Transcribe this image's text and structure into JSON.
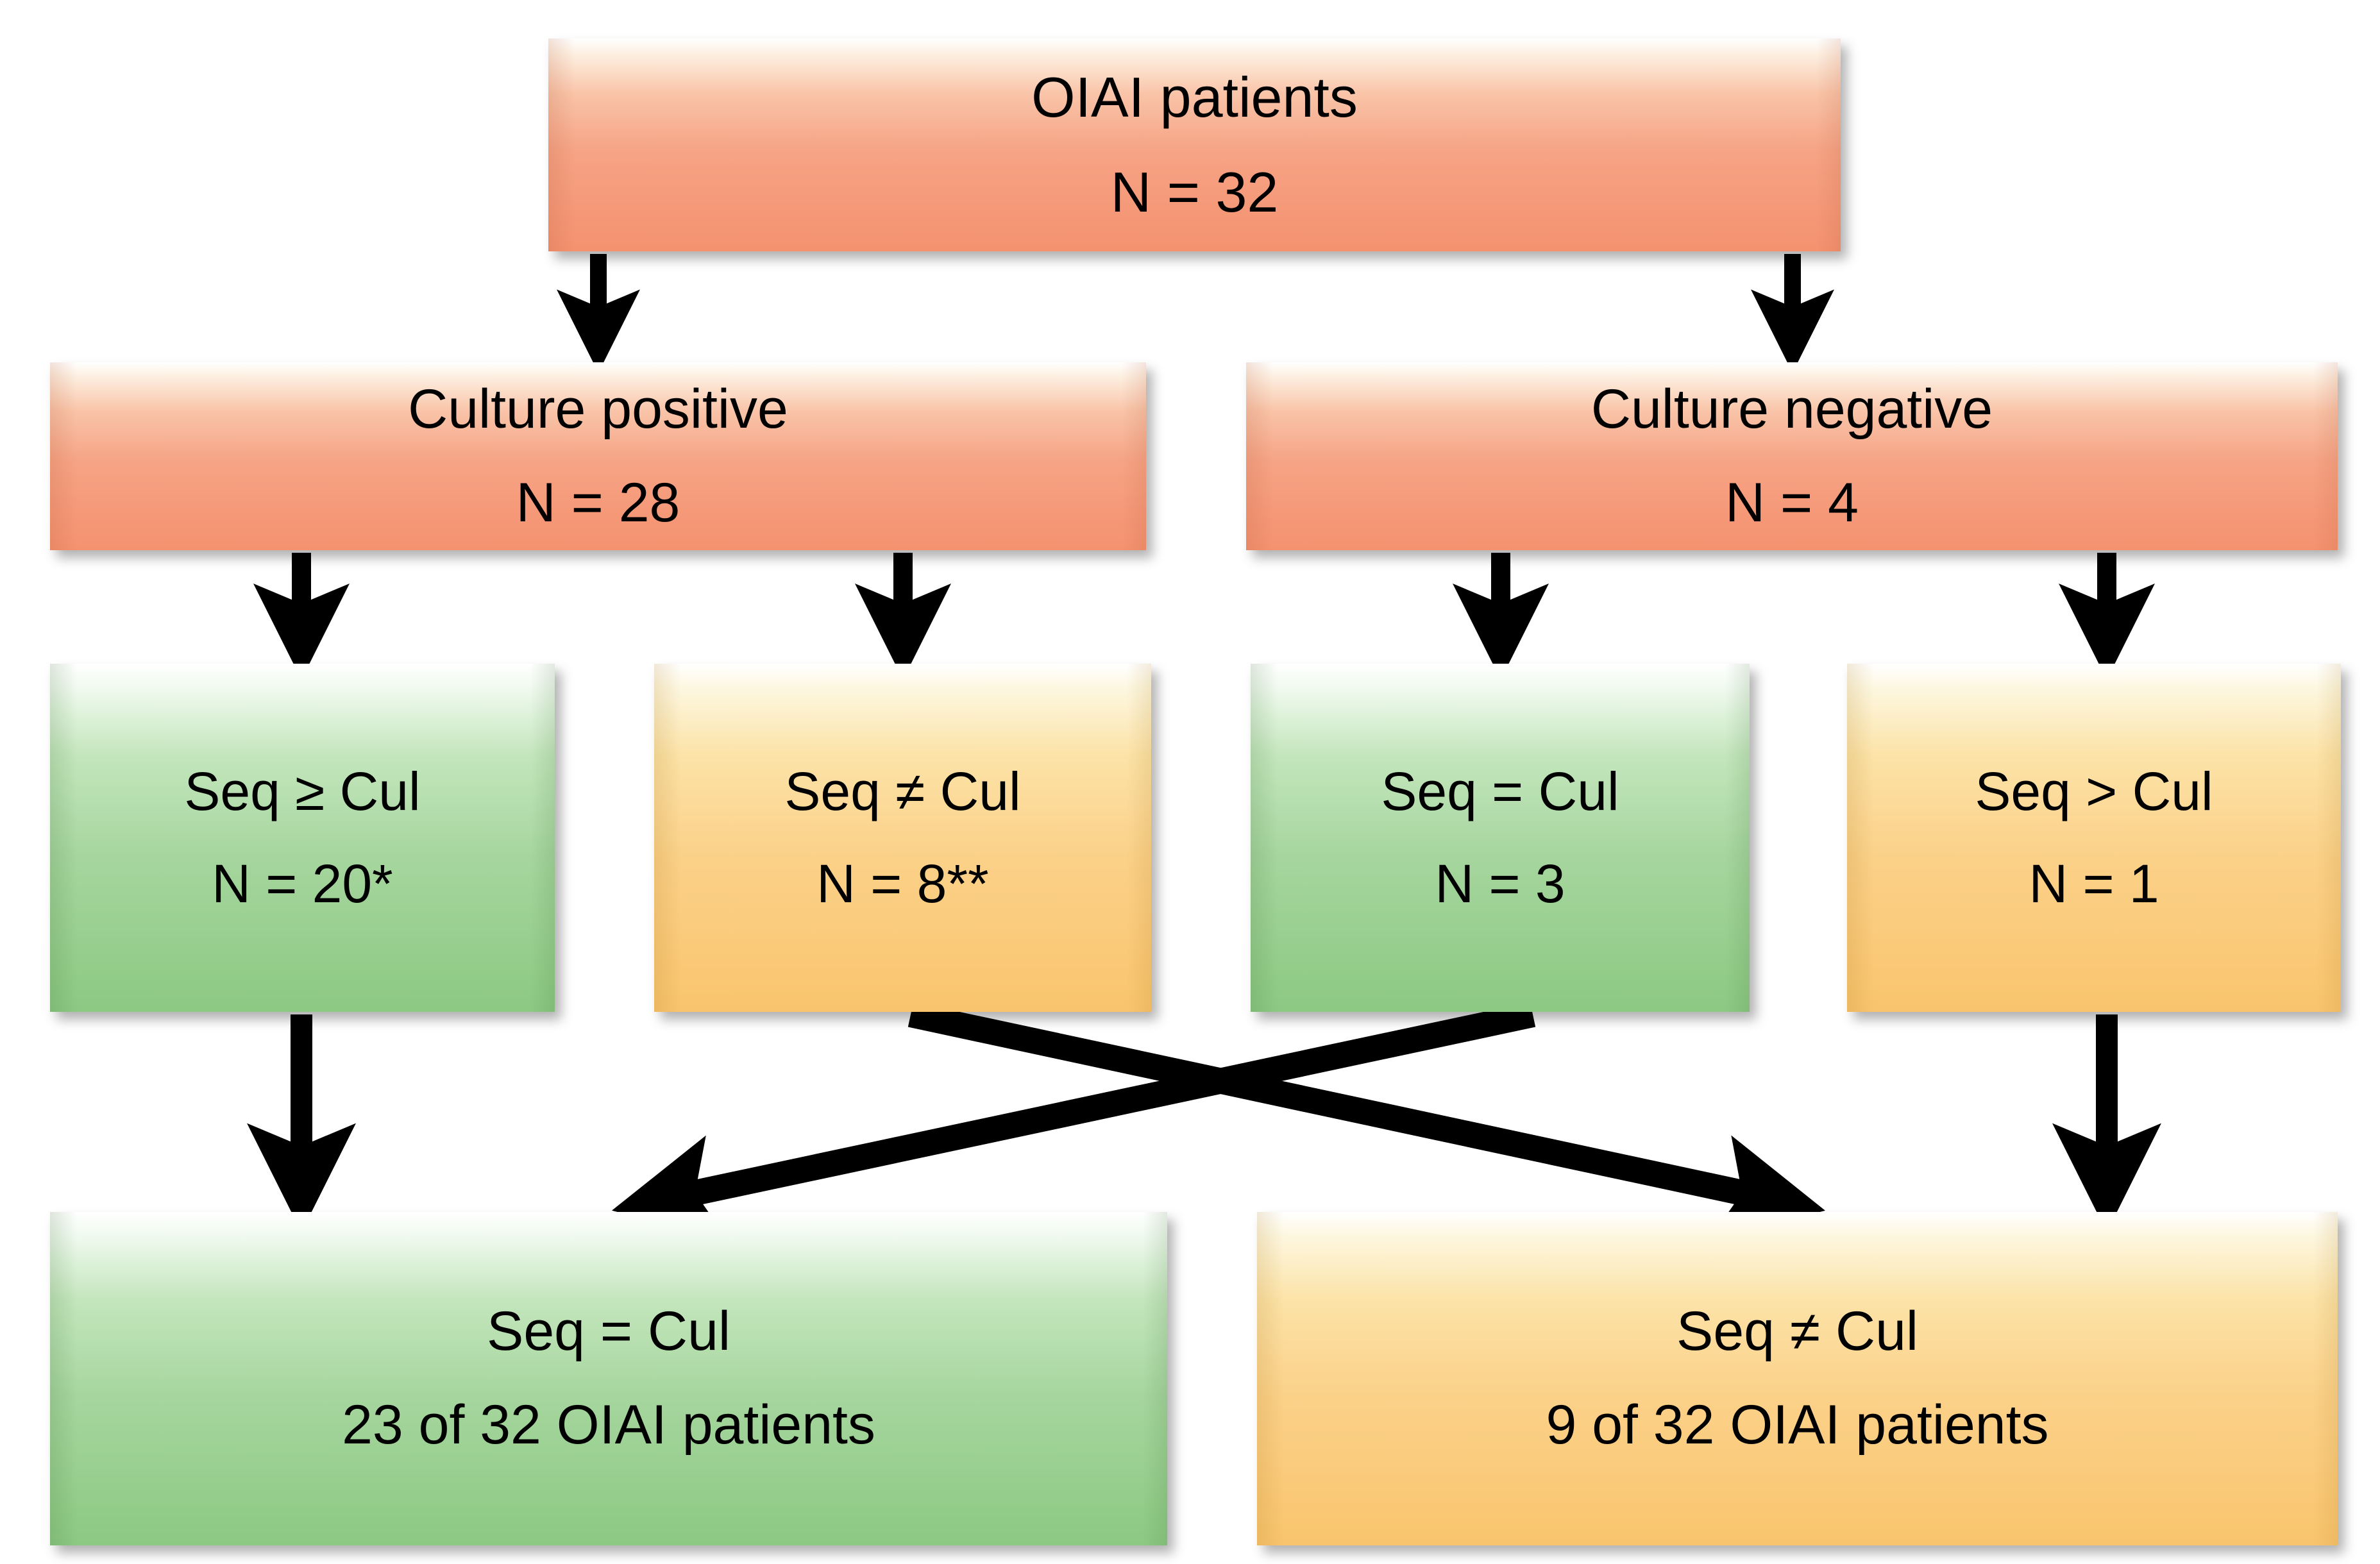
{
  "diagram": {
    "title": "OIAI patient sequencing vs culture comparison flowchart",
    "colors": {
      "salmon": "#F6A486",
      "green": "#A6D69E",
      "yellow": "#FBD189",
      "arrow": "#000000",
      "background": "#FFFFFF"
    },
    "nodes": [
      {
        "id": "root",
        "label": "OIAI patients",
        "count": "N = 32",
        "color": "salmon"
      },
      {
        "id": "culture-positive",
        "label": "Culture positive",
        "count": "N = 28",
        "color": "salmon"
      },
      {
        "id": "culture-negative",
        "label": "Culture negative",
        "count": "N = 4",
        "color": "salmon"
      },
      {
        "id": "seq-ge-cul",
        "label": "Seq ≥ Cul",
        "count": "N = 20*",
        "color": "green"
      },
      {
        "id": "seq-ne-cul-8",
        "label": "Seq ≠ Cul",
        "count": "N = 8**",
        "color": "yellow"
      },
      {
        "id": "seq-eq-cul-3",
        "label": "Seq = Cul",
        "count": "N = 3",
        "color": "green"
      },
      {
        "id": "seq-gt-cul-1",
        "label": "Seq > Cul",
        "count": "N = 1",
        "color": "yellow"
      },
      {
        "id": "summary-equal",
        "label": "Seq = Cul",
        "count": "23 of 32 OIAI patients",
        "color": "green"
      },
      {
        "id": "summary-notequal",
        "label": "Seq ≠ Cul",
        "count": "9 of 32 OIAI patients",
        "color": "yellow"
      }
    ],
    "edges": [
      {
        "from": "root",
        "to": "culture-positive",
        "style": "straight-down"
      },
      {
        "from": "root",
        "to": "culture-negative",
        "style": "straight-down"
      },
      {
        "from": "culture-positive",
        "to": "seq-ge-cul",
        "style": "straight-down"
      },
      {
        "from": "culture-positive",
        "to": "seq-ne-cul-8",
        "style": "straight-down"
      },
      {
        "from": "culture-negative",
        "to": "seq-eq-cul-3",
        "style": "straight-down"
      },
      {
        "from": "culture-negative",
        "to": "seq-gt-cul-1",
        "style": "straight-down"
      },
      {
        "from": "seq-ge-cul",
        "to": "summary-equal",
        "style": "straight-down"
      },
      {
        "from": "seq-gt-cul-1",
        "to": "summary-notequal",
        "style": "straight-down"
      },
      {
        "from": "seq-ne-cul-8",
        "to": "summary-notequal",
        "style": "diagonal-crossing"
      },
      {
        "from": "seq-eq-cul-3",
        "to": "summary-equal",
        "style": "diagonal-crossing"
      }
    ]
  }
}
